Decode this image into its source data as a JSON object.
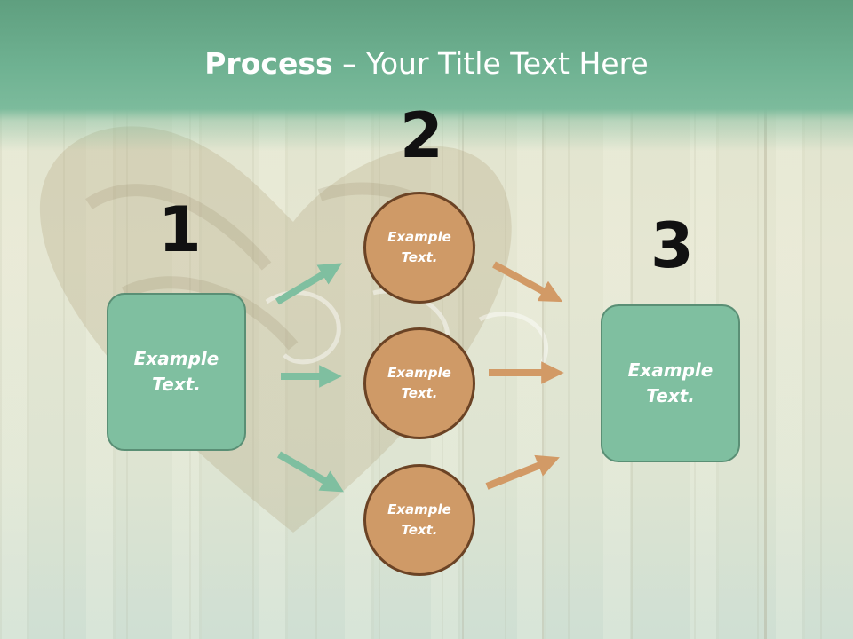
{
  "slide": {
    "title_bold": "Process",
    "title_rest": " – Your Title Text Here",
    "colors": {
      "header": "#6fb292",
      "box_fill": "#7fbfa0",
      "box_border": "#5a8f75",
      "circle_fill": "#cf9a67",
      "circle_border": "#6b4325",
      "arrow_green": "#7fbfa0",
      "arrow_orange": "#d29a66"
    }
  },
  "steps": {
    "step1": {
      "number": "1",
      "label": "Example Text."
    },
    "step2": {
      "number": "2",
      "items": [
        "Example Text.",
        "Example Text.",
        "Example Text."
      ]
    },
    "step3": {
      "number": "3",
      "label": "Example Text."
    }
  }
}
